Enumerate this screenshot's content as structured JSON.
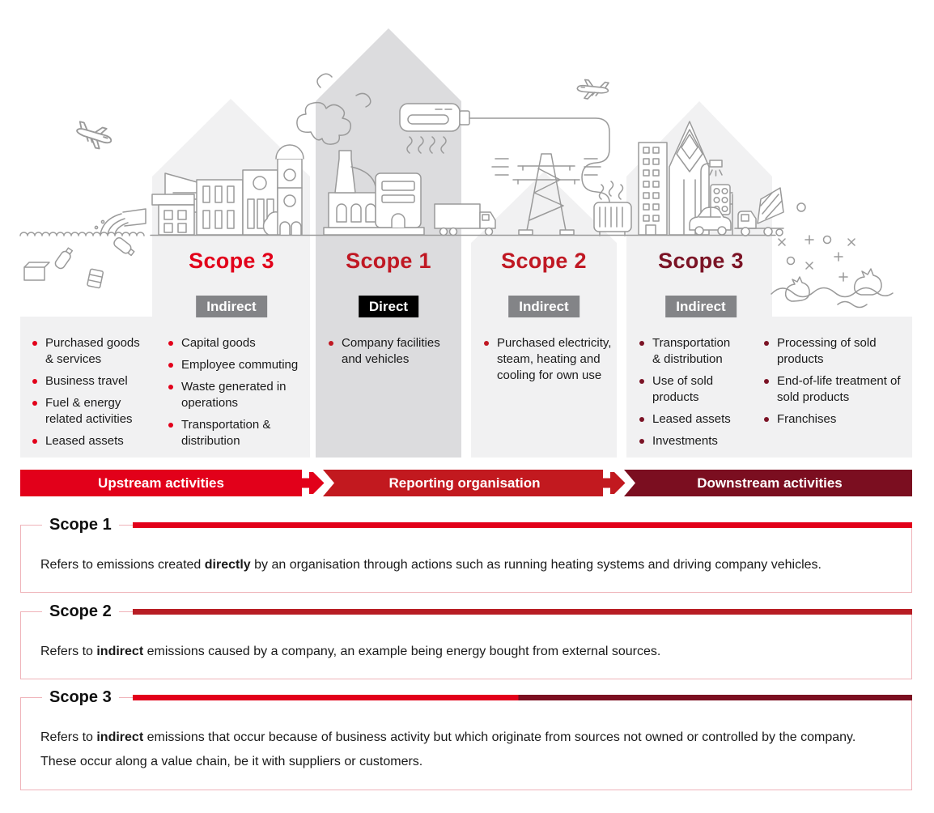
{
  "colors": {
    "bright_red": "#e2001a",
    "mid_red": "#c2191f",
    "crimson_title": "#c01823",
    "dark_red": "#7b0e20",
    "maroon_title": "#7b1325",
    "badge_grey": "#838487",
    "badge_black": "#000000",
    "panel_light": "#f1f1f2",
    "panel_dark": "#dcdcde",
    "line_art_grey": "#9a9a9a",
    "box_border_pink": "#efb3b9"
  },
  "icons": [
    "airplane-icon",
    "waste-pipe-icon",
    "floating-trash-icon",
    "city-buildings-icon",
    "smoke-icon",
    "factory-icon",
    "heater-plug-icon",
    "power-cable-icon",
    "truck-icon",
    "power-pylon-icon",
    "radiator-icon",
    "skyscraper-icon",
    "street-lamp-icon",
    "traffic-light-icon",
    "car-icon",
    "dump-truck-icon",
    "scatter-marks-icon",
    "waves-trash-icon"
  ],
  "sections": [
    {
      "id": "upstream-scope3",
      "title": "Scope 3",
      "badge": "Indirect",
      "columns": [
        [
          "Purchased goods & services",
          "Business travel",
          "Fuel & energy related activities",
          "Leased assets"
        ],
        [
          "Capital goods",
          "Employee commuting",
          "Waste generated in operations",
          "Transportation & distribution"
        ]
      ]
    },
    {
      "id": "scope1",
      "title": "Scope 1",
      "badge": "Direct",
      "columns": [
        [
          "Company facilities and vehicles"
        ]
      ]
    },
    {
      "id": "scope2",
      "title": "Scope 2",
      "badge": "Indirect",
      "columns": [
        [
          "Purchased electricity, steam, heating and cooling for own use"
        ]
      ]
    },
    {
      "id": "downstream-scope3",
      "title": "Scope 3",
      "badge": "Indirect",
      "columns": [
        [
          "Transportation & distribution",
          "Use of sold products",
          "Leased assets",
          "Investments"
        ],
        [
          "Processing of sold products",
          "End-of-life treatment of sold products",
          "Franchises"
        ]
      ]
    }
  ],
  "banner": {
    "segments": [
      {
        "label": "Upstream activities",
        "color": "#e2001a"
      },
      {
        "label": "Reporting organisation",
        "color": "#c2191f"
      },
      {
        "label": "Downstream activities",
        "color": "#7b0e20"
      }
    ]
  },
  "definitions": [
    {
      "title": "Scope 1",
      "line_css": "#e2001a",
      "text_parts": [
        {
          "text": "Refers to emissions created "
        },
        {
          "text": "directly",
          "bold": true
        },
        {
          "text": " by an organisation through actions such as running heating systems and driving company vehicles."
        }
      ]
    },
    {
      "title": "Scope 2",
      "line_css": "#b81d24",
      "text_parts": [
        {
          "text": "Refers to "
        },
        {
          "text": "indirect",
          "bold": true
        },
        {
          "text": " emissions caused by a company, an example being energy bought from external sources."
        }
      ]
    },
    {
      "title": "Scope 3",
      "line_css": "linear-gradient(to right, #e2001a 0 49.5%, #7b0e20 49.5%)",
      "text_parts": [
        {
          "text": "Refers to "
        },
        {
          "text": "indirect",
          "bold": true
        },
        {
          "text": " emissions that occur because of business activity but which originate from sources not owned or controlled by the company. These occur along a value chain, be it with suppliers or customers."
        }
      ]
    }
  ]
}
